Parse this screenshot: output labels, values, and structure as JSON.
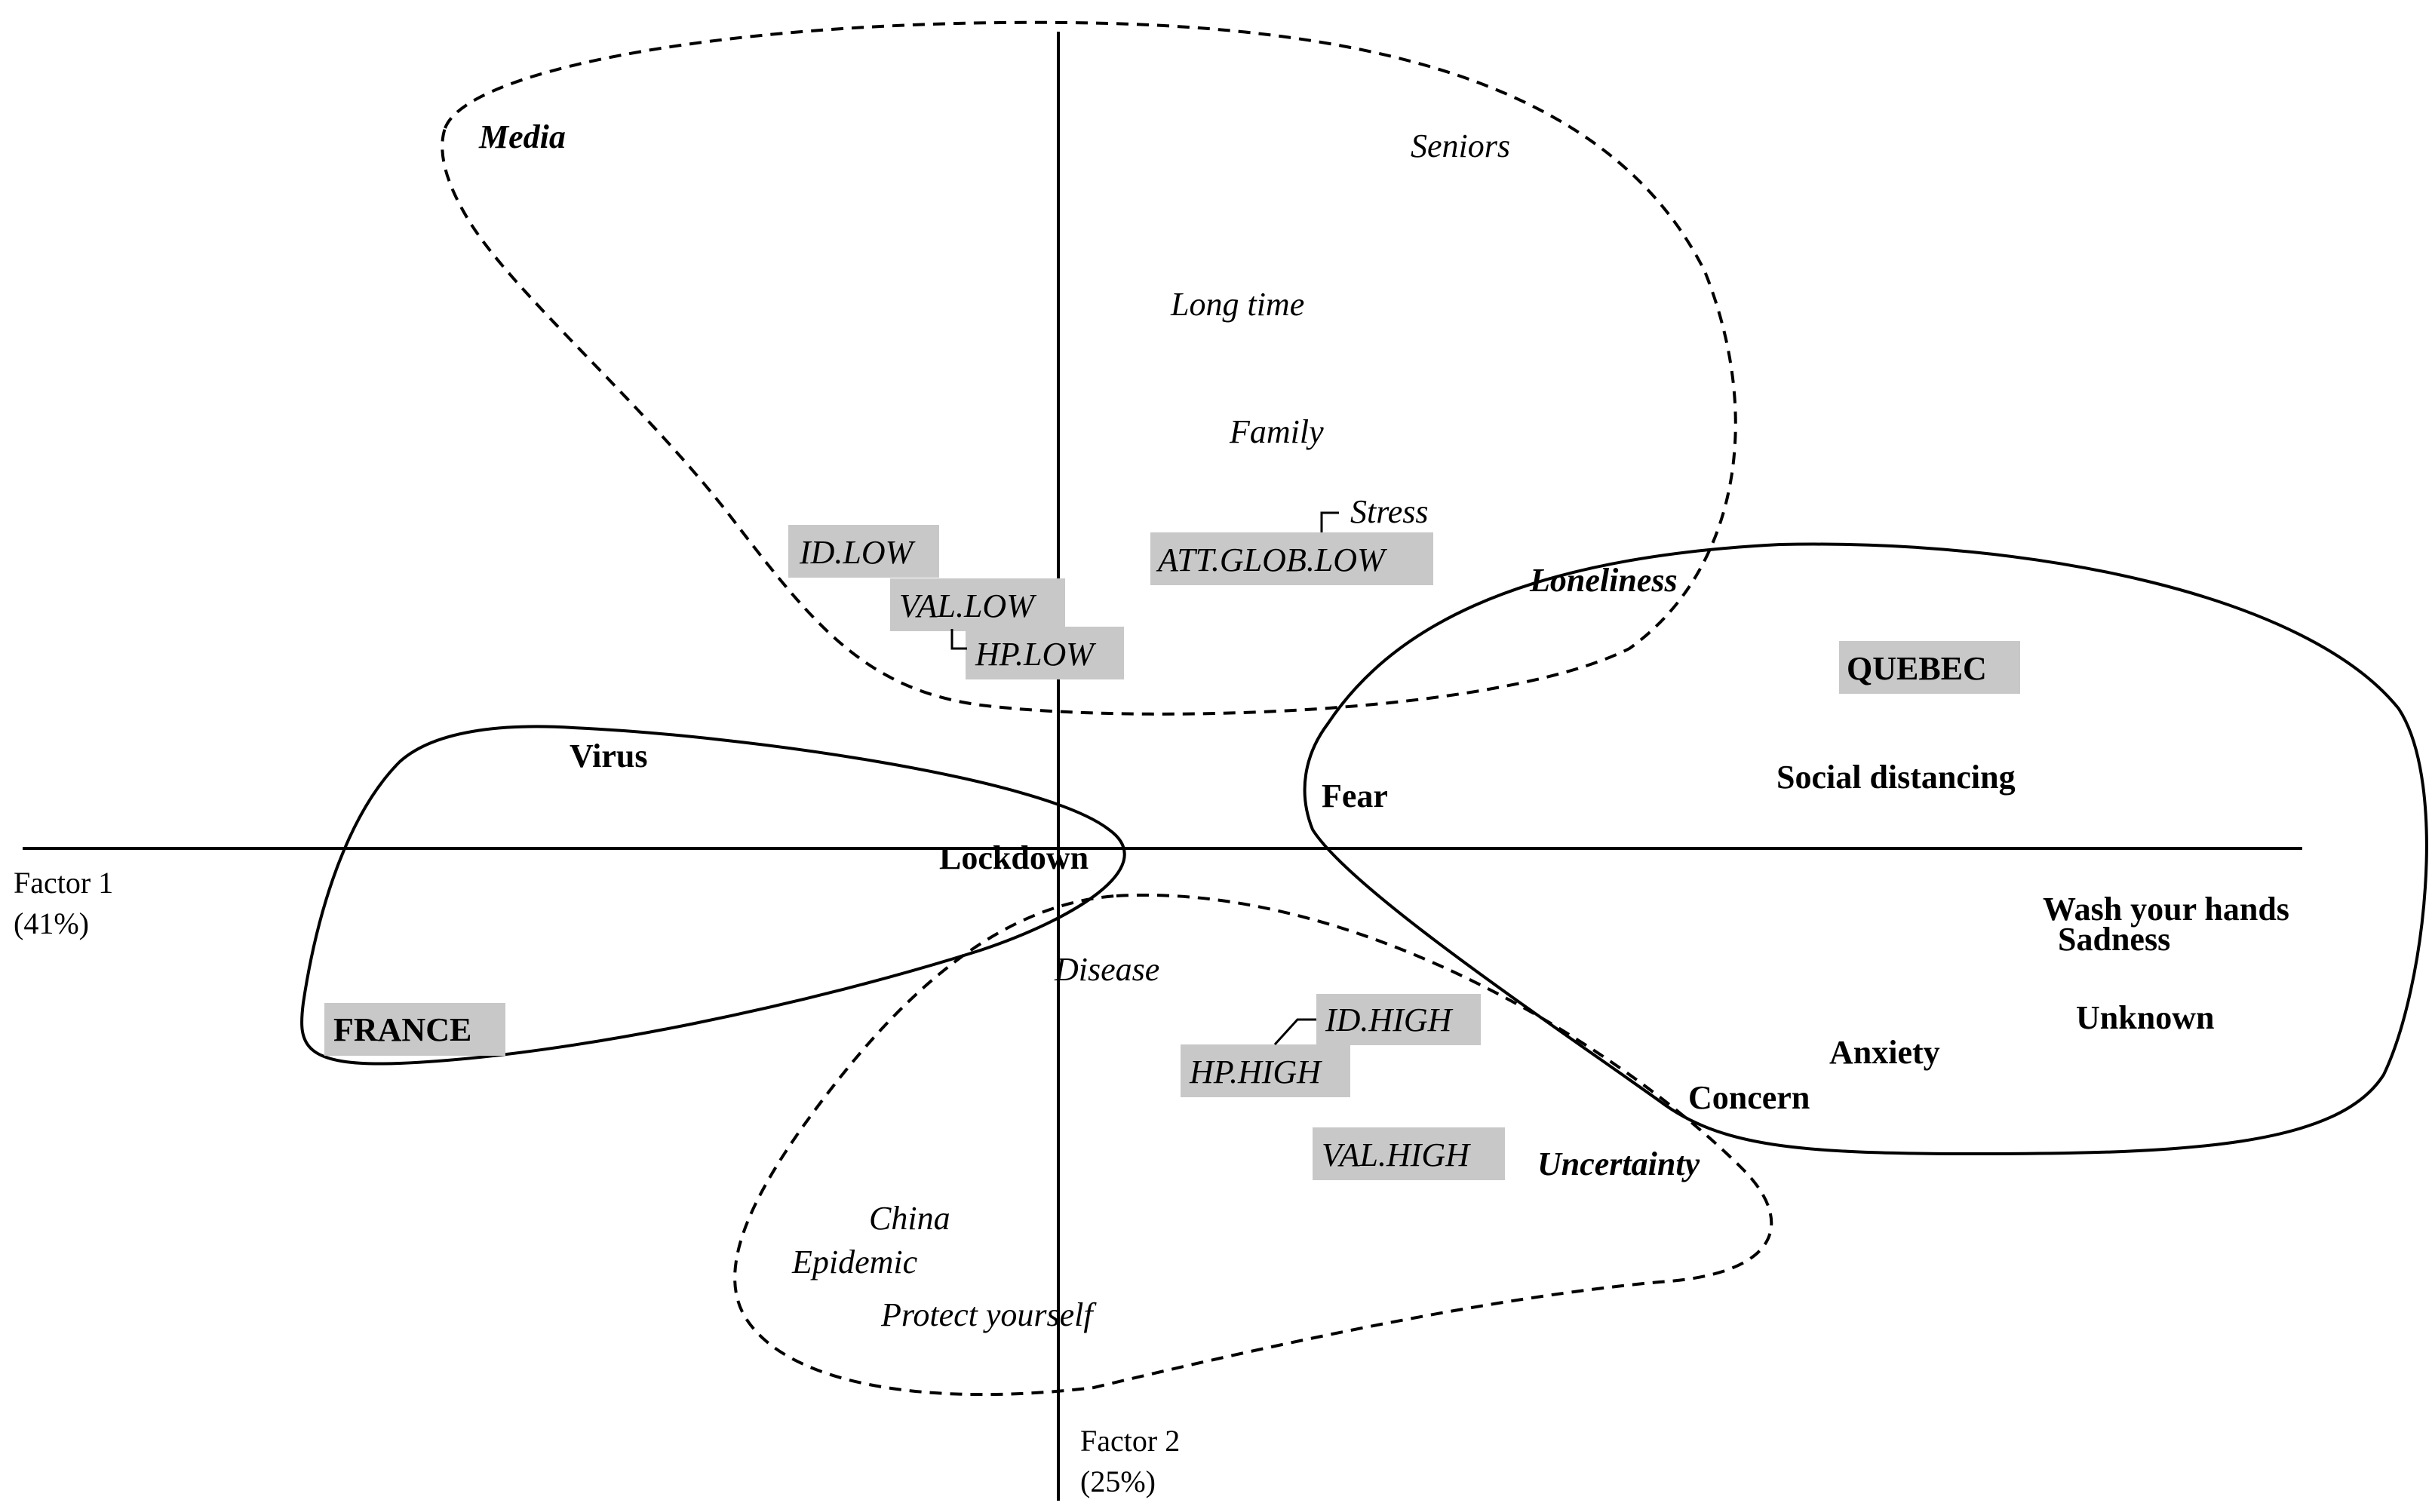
{
  "axes": {
    "factor1": {
      "name": "Factor 1",
      "percent": "(41%)"
    },
    "factor2": {
      "name": "Factor 2",
      "percent": "(25%)"
    }
  },
  "terms": {
    "media": "Media",
    "seniors": "Seniors",
    "long_time": "Long time",
    "family": "Family",
    "stress": "Stress",
    "loneliness": "Loneliness",
    "virus": "Virus",
    "lockdown": "Lockdown",
    "fear": "Fear",
    "social_distancing": "Social distancing",
    "wash_hands": "Wash your hands",
    "sadness": "Sadness",
    "unknown": "Unknown",
    "anxiety": "Anxiety",
    "concern": "Concern",
    "uncertainty": "Uncertainty",
    "disease": "Disease",
    "china": "China",
    "epidemic": "Epidemic",
    "protect_yourself": "Protect yourself"
  },
  "modalities": {
    "id_low": "ID.LOW",
    "val_low": "VAL.LOW",
    "hp_low": "HP.LOW",
    "att_glob_low": "ATT.GLOB.LOW",
    "quebec": "QUEBEC",
    "france": "FRANCE",
    "id_high": "ID.HIGH",
    "hp_high": "HP.HIGH",
    "val_high": "VAL.HIGH"
  }
}
